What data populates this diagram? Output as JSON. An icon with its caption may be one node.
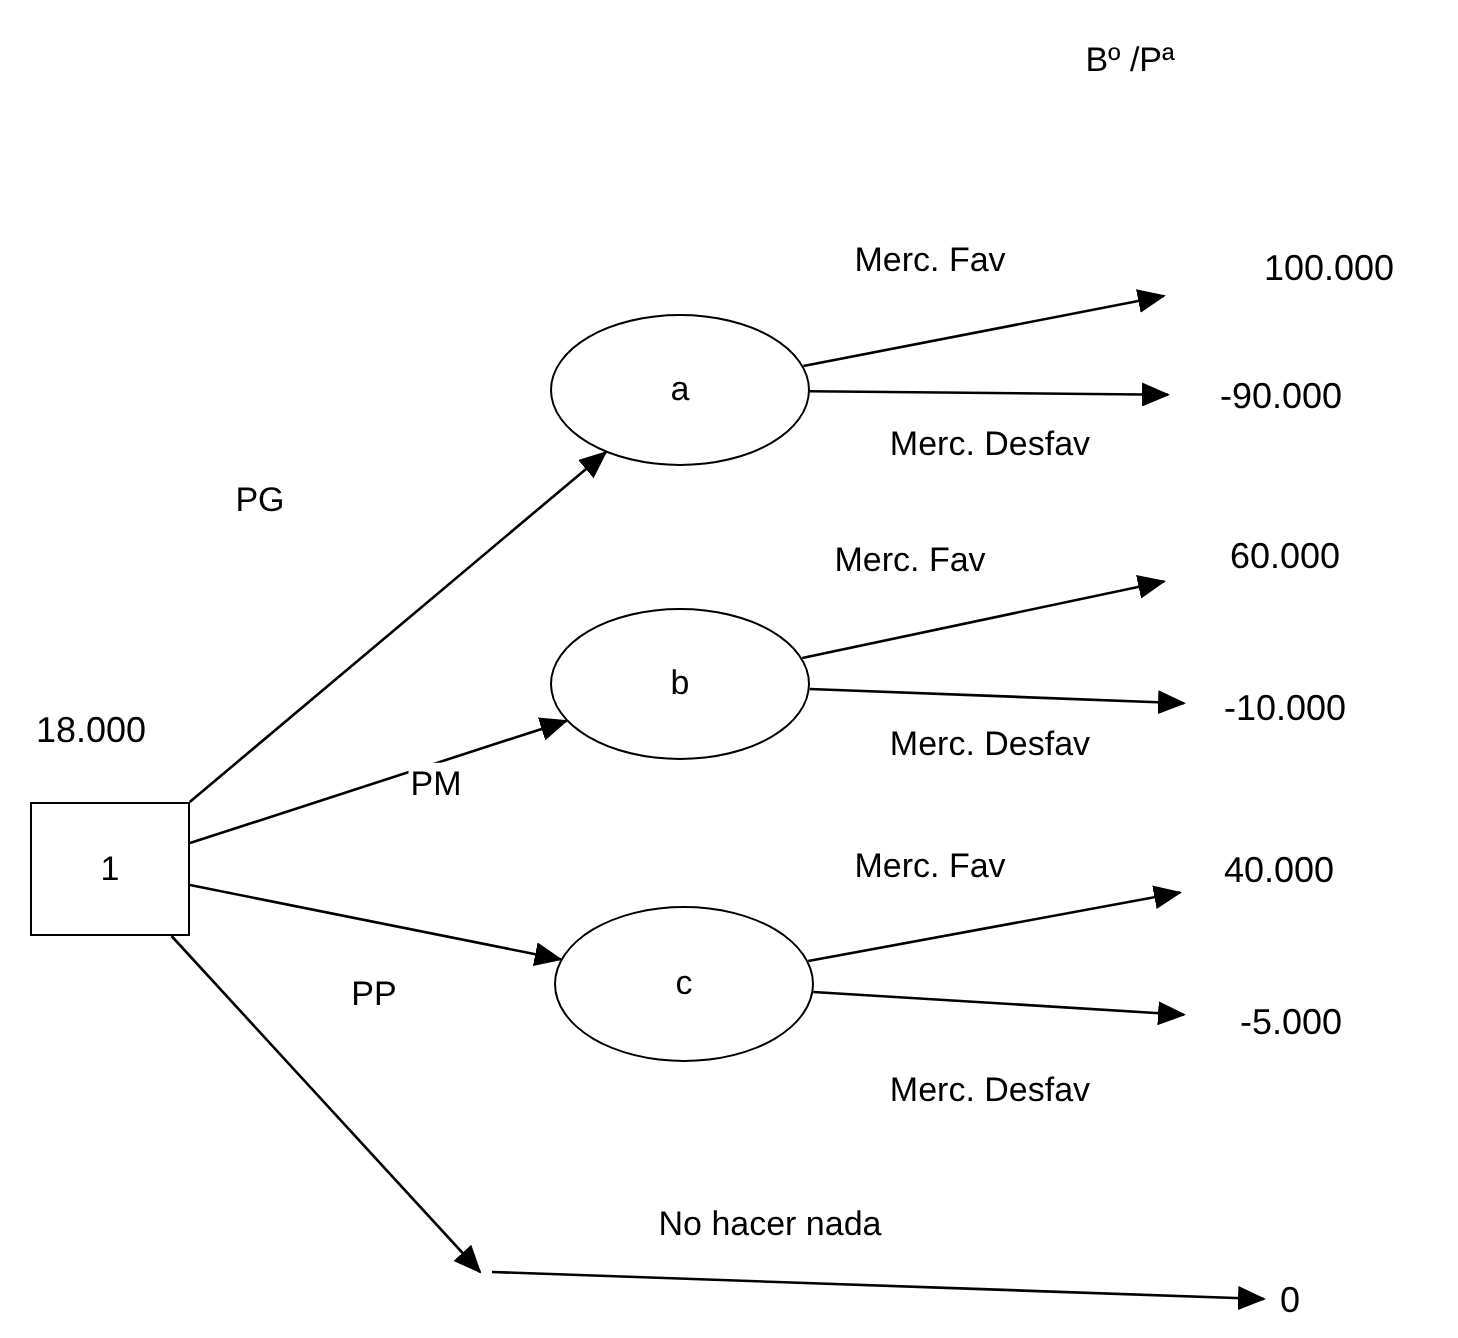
{
  "diagram": {
    "nodes": [
      {
        "text": [
          "1"
        ],
        "beside": [
          "18.000"
        ]
      },
      {
        "text": [
          "a"
        ]
      },
      {
        "text": [
          "b"
        ]
      },
      {
        "text": [
          "c"
        ]
      },
      {
        "text": [
          "100.000"
        ]
      },
      {
        "text": [
          "-90.000"
        ]
      },
      {
        "text": [
          "60.000"
        ]
      },
      {
        "text": [
          "-10.000"
        ]
      },
      {
        "text": [
          "40.000"
        ]
      },
      {
        "text": [
          "-5.000"
        ]
      },
      {
        "text": [
          "0"
        ]
      }
    ],
    "edges": [
      {
        "from": 0,
        "to": 1,
        "arrow": "to",
        "label": "PG"
      },
      {
        "from": 0,
        "to": 2,
        "arrow": "to",
        "label": "PM"
      },
      {
        "from": 0,
        "to": 3,
        "arrow": "to",
        "label": "PP"
      },
      {
        "from": 0,
        "to": null,
        "arrow": "to"
      },
      {
        "from": null,
        "to": 10,
        "arrow": "to",
        "label": "No hacer nada"
      },
      {
        "from": 1,
        "to": 4,
        "arrow": "to",
        "label": "Merc. Fav"
      },
      {
        "from": 1,
        "to": 5,
        "arrow": "to",
        "label": "Merc. Desfav"
      },
      {
        "from": 2,
        "to": 6,
        "arrow": "to",
        "label": "Merc. Fav"
      },
      {
        "from": 2,
        "to": 7,
        "arrow": "to",
        "label": "Merc. Desfav"
      },
      {
        "from": 3,
        "to": 8,
        "arrow": "to",
        "label": "Merc. Fav"
      },
      {
        "from": 3,
        "to": 9,
        "arrow": "to",
        "label": "Merc. Desfav"
      }
    ],
    "labels": [
      "Bº /Pª"
    ]
  }
}
